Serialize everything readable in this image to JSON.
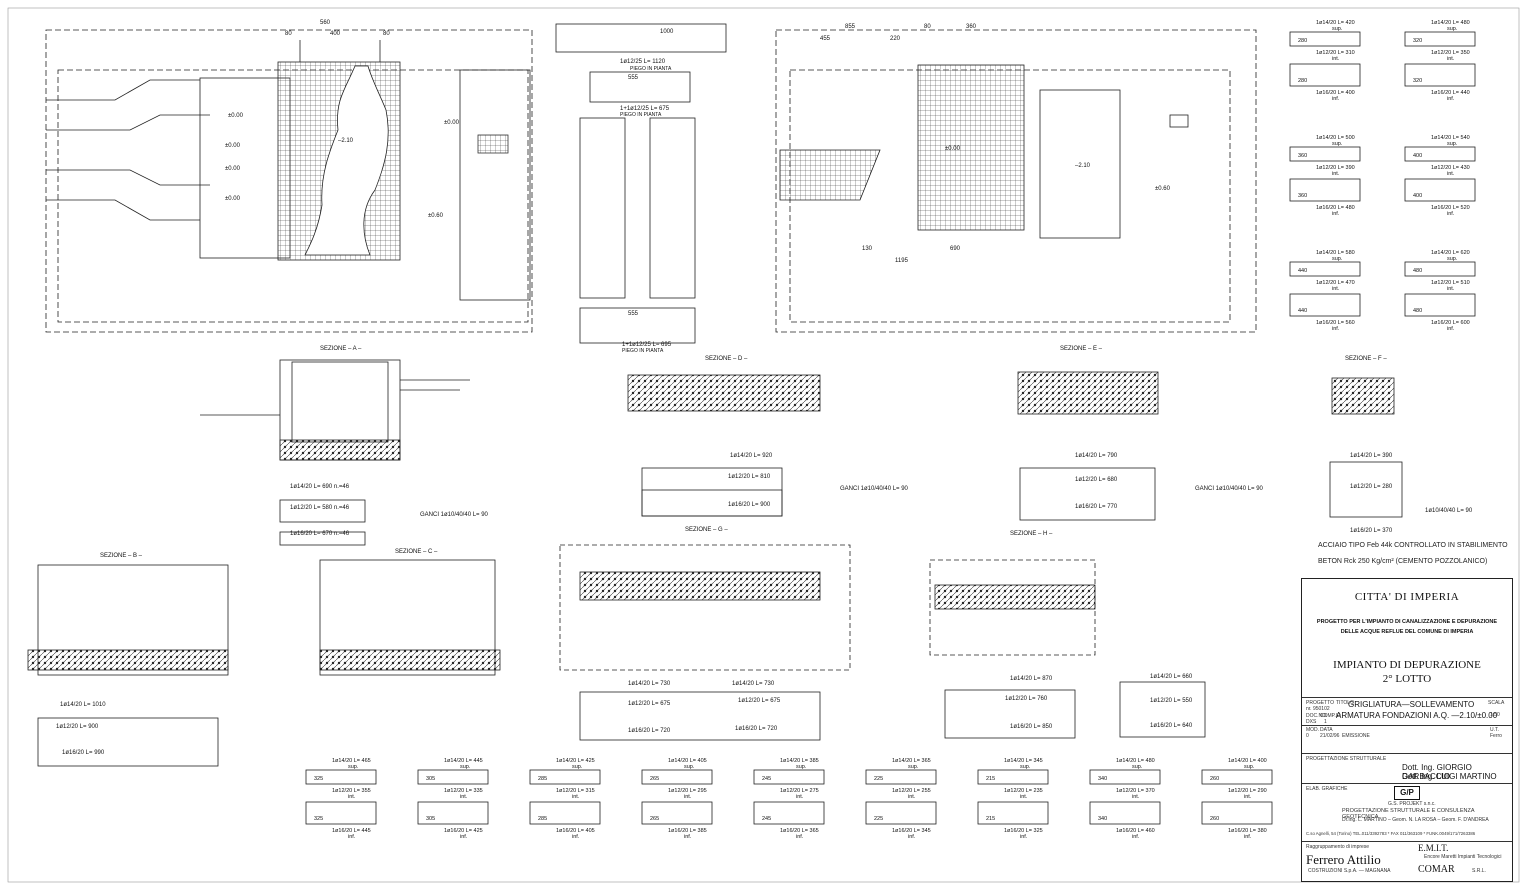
{
  "title_block": {
    "city": "CITTA' DI IMPERIA",
    "project_line1": "PROGETTO PER L'IMPIANTO DI CANALIZZAZIONE E DEPURAZIONE",
    "project_line2": "DELLE ACQUE REFLUE DEL COMUNE DI IMPERIA",
    "plant": "IMPIANTO DI DEPURAZIONE",
    "lot": "2° LOTTO",
    "progetto_label": "PROGETTO",
    "progetto_value": "nr. 950102",
    "titolo_label": "TITOLO",
    "titolo_line1": "GRIGLIATURA—SOLLEVAMENTO",
    "titolo_line2": "ARMATURA FONDAZIONI A.Q. —2.10/±0.00",
    "scala_label": "SCALA",
    "scala_value": "1:50",
    "doc_label": "DOC.NO.",
    "doc_value": "DXS",
    "compid_label": "COMP.ID",
    "compid_value": "1",
    "mod_label": "MOD.",
    "data_label": "DATA",
    "mod_value": "0",
    "data_value": "21/02/96",
    "emissione": "EMISSIONE",
    "ut_label": "U.T.",
    "ut_value": "Ferro",
    "strutturale_label": "PROGETTAZIONE STRUTTURALE",
    "engineer1": "Dott. Ing. GIORGIO GARBACCIO",
    "engineer2": "Dott. Ing. LUIGI MARTINO",
    "elab_label": "ELAB. GRAFICHE",
    "logo": "G/P",
    "company": "G.S. PROJEKT s.n.c.",
    "company_desc": "PROGETTAZIONE STRUTTURALE E CONSULENZA GEOTECNICA",
    "company_staff": "Dr.Ing. L. MARTINO – Geom. N. LA ROSA – Geom. F. D'ANDREA",
    "company_address": "C.so Agnelli, 54 (Torino) TEL.011/3392783 * FAX 011/363109 * FUNK.0049/171/7263386",
    "impresa_label": "Raggruppamento di imprese",
    "firm1": "Ferrero Attilio",
    "firm1_sub": "COSTRUZIONI S.p.A. — MAGNANA",
    "firm2": "E.M.I.T.",
    "firm2_sub": "Encore Maretti Impianti Tecnologici",
    "firm3": "COMAR",
    "firm3_sub": "S.R.L."
  },
  "notes": {
    "steel": "ACCIAIO TIPO Feb 44k CONTROLLATO IN STABILIMENTO",
    "concrete": "BETON Rck 250 Kg/cm² (CEMENTO POZZOLANICO)"
  },
  "sections": {
    "a": "SEZIONE – A –",
    "b": "SEZIONE – B –",
    "c": "SEZIONE – C –",
    "d": "SEZIONE – D –",
    "e": "SEZIONE – E –",
    "f": "SEZIONE – F –",
    "g": "SEZIONE – G –",
    "h": "SEZIONE – H –"
  },
  "plan_labels": {
    "dim_560": "560",
    "dim_80a": "80",
    "dim_400": "400",
    "dim_80b": "80",
    "elev_p000": "±0.00",
    "elev_m210": "–2.10",
    "elev_p060": "±0.60",
    "top_855": "855",
    "top_455": "455",
    "top_220": "220",
    "top_80": "80",
    "top_360": "360",
    "top_1195": "1195",
    "top_690": "690",
    "top_130": "130"
  },
  "bars": {
    "a1": "1ø12/25 L= 1120",
    "a1_note": "PIEGO IN PIANTA",
    "a2": "1+1ø12/25 L= 675",
    "a2_note": "PIEGO IN PIANTA",
    "a3": "1+1ø12/25 L= 695",
    "a3_note": "PIEGO IN PIANTA",
    "dim_1000": "1000",
    "dim_555": "555",
    "ganci_a": "GANCI 1ø10/40/40 L= 90",
    "ganci_d": "GANCI 1ø10/40/40 L= 90",
    "ganci_e": "GANCI 1ø10/40/40 L= 90",
    "ganci_f": "1ø10/40/40 L= 90",
    "sec_a_1": "1ø14/20 L= 690 n.=46",
    "sec_a_2": "1ø12/20 L= 580 n.=46",
    "sec_a_3": "1ø16/20 L= 670 n.=46",
    "sec_d_1": "1ø14/20 L= 920",
    "sec_d_2": "1ø12/20 L= 810",
    "sec_d_3": "1ø16/20 L= 900",
    "sec_e_1": "1ø14/20 L= 790",
    "sec_e_2": "1ø12/20 L= 680",
    "sec_e_3": "1ø16/20 L= 770",
    "sec_f_1": "1ø14/20 L= 390",
    "sec_f_2": "1ø12/20 L= 280",
    "sec_f_3": "1ø16/20 L= 370",
    "sec_b_1": "1ø14/20 L= 1010",
    "sec_b_2": "1ø12/20 L= 900",
    "sec_b_3": "1ø16/20 L= 990",
    "sec_g_1": "1ø14/20 L= 730",
    "sec_g_2": "1ø12/20 L= 675",
    "sec_g_3": "1ø16/20 L= 720",
    "sec_g_4": "1ø14/20 L= 730",
    "sec_g_5": "1ø12/20 L= 675",
    "sec_g_6": "1ø16/20 L= 720",
    "sec_h_1": "1ø14/20 L= 870",
    "sec_h_2": "1ø12/20 L= 760",
    "sec_h_3": "1ø16/20 L= 850",
    "sec_h_4": "1ø14/20 L= 660",
    "sec_h_5": "1ø12/20 L= 550",
    "sec_h_6": "1ø16/20 L= 640",
    "sup": "sup.",
    "inf": "inf.",
    "int": "int."
  },
  "schedule_right": [
    {
      "sup": "1ø14/20 L= 420",
      "int": "1ø12/20 L= 310",
      "inf": "1ø16/20 L= 400",
      "w": "280"
    },
    {
      "sup": "1ø14/20 L= 480",
      "int": "1ø12/20 L= 350",
      "inf": "1ø16/20 L= 440",
      "w": "320"
    },
    {
      "sup": "1ø14/20 L= 500",
      "int": "1ø12/20 L= 390",
      "inf": "1ø16/20 L= 480",
      "w": "360"
    },
    {
      "sup": "1ø14/20 L= 540",
      "int": "1ø12/20 L= 430",
      "inf": "1ø16/20 L= 520",
      "w": "400"
    },
    {
      "sup": "1ø14/20 L= 580",
      "int": "1ø12/20 L= 470",
      "inf": "1ø16/20 L= 560",
      "w": "440"
    },
    {
      "sup": "1ø14/20 L= 620",
      "int": "1ø12/20 L= 510",
      "inf": "1ø16/20 L= 600",
      "w": "480"
    }
  ],
  "schedule_bottom": [
    {
      "sup": "1ø14/20 L= 465",
      "int": "1ø12/20 L= 355",
      "inf": "1ø16/20 L= 445",
      "w": "325"
    },
    {
      "sup": "1ø14/20 L= 445",
      "int": "1ø12/20 L= 335",
      "inf": "1ø16/20 L= 425",
      "w": "305"
    },
    {
      "sup": "1ø14/20 L= 425",
      "int": "1ø12/20 L= 315",
      "inf": "1ø16/20 L= 405",
      "w": "285"
    },
    {
      "sup": "1ø14/20 L= 405",
      "int": "1ø12/20 L= 295",
      "inf": "1ø16/20 L= 385",
      "w": "265"
    },
    {
      "sup": "1ø14/20 L= 385",
      "int": "1ø12/20 L= 275",
      "inf": "1ø16/20 L= 365",
      "w": "245"
    },
    {
      "sup": "1ø14/20 L= 365",
      "int": "1ø12/20 L= 255",
      "inf": "1ø16/20 L= 345",
      "w": "225"
    },
    {
      "sup": "1ø14/20 L= 345",
      "int": "1ø12/20 L= 235",
      "inf": "1ø16/20 L= 325",
      "w": "215"
    },
    {
      "sup": "1ø14/20 L= 480",
      "int": "1ø12/20 L= 370",
      "inf": "1ø16/20 L= 460",
      "w": "340"
    },
    {
      "sup": "1ø14/20 L= 400",
      "int": "1ø12/20 L= 290",
      "inf": "1ø16/20 L= 380",
      "w": "260"
    }
  ]
}
